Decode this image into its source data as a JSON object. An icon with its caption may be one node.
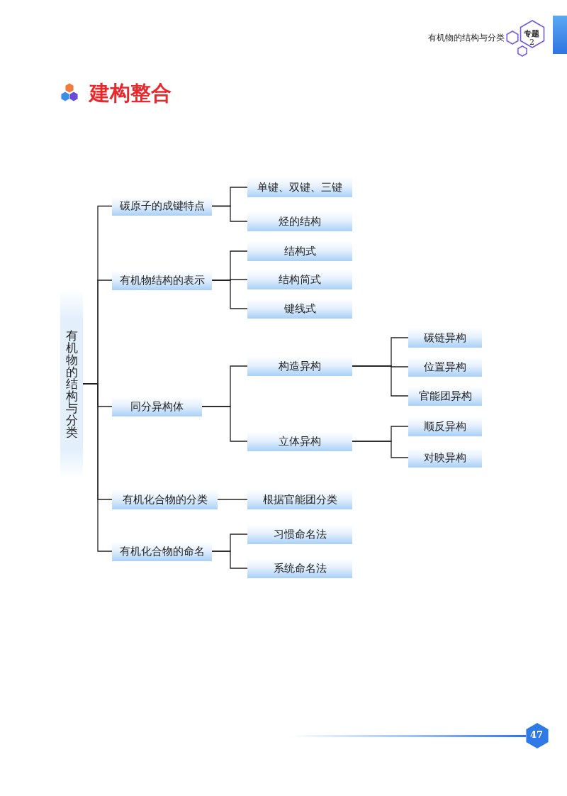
{
  "diagram": {
    "title": "建构整合",
    "nodes": [
      {
        "text": [
          "有机物的结构与分类"
        ]
      },
      {
        "text": [
          "碳原子的成键特点"
        ]
      },
      {
        "text": [
          "单键、双键、三键"
        ]
      },
      {
        "text": [
          "烃的结构"
        ]
      },
      {
        "text": [
          "有机物结构的表示"
        ]
      },
      {
        "text": [
          "结构式"
        ]
      },
      {
        "text": [
          "结构简式"
        ]
      },
      {
        "text": [
          "键线式"
        ]
      },
      {
        "text": [
          "同分异构体"
        ]
      },
      {
        "text": [
          "构造异构"
        ]
      },
      {
        "text": [
          "碳链异构"
        ]
      },
      {
        "text": [
          "位置异构"
        ]
      },
      {
        "text": [
          "官能团异构"
        ]
      },
      {
        "text": [
          "立体异构"
        ]
      },
      {
        "text": [
          "顺反异构"
        ]
      },
      {
        "text": [
          "对映异构"
        ]
      },
      {
        "text": [
          "有机化合物的分类"
        ]
      },
      {
        "text": [
          "根据官能团分类"
        ]
      },
      {
        "text": [
          "有机化合物的命名"
        ]
      },
      {
        "text": [
          "习惯命名法"
        ]
      },
      {
        "text": [
          "系统命名法"
        ]
      }
    ],
    "edges": [
      {
        "from": 0,
        "to": 1,
        "arrow": "none"
      },
      {
        "from": 0,
        "to": 4,
        "arrow": "none"
      },
      {
        "from": 0,
        "to": 8,
        "arrow": "none"
      },
      {
        "from": 0,
        "to": 16,
        "arrow": "none"
      },
      {
        "from": 0,
        "to": 18,
        "arrow": "none"
      },
      {
        "from": 1,
        "to": 2,
        "arrow": "none"
      },
      {
        "from": 1,
        "to": 3,
        "arrow": "none"
      },
      {
        "from": 4,
        "to": 5,
        "arrow": "none"
      },
      {
        "from": 4,
        "to": 6,
        "arrow": "none"
      },
      {
        "from": 4,
        "to": 7,
        "arrow": "none"
      },
      {
        "from": 8,
        "to": 9,
        "arrow": "none"
      },
      {
        "from": 8,
        "to": 13,
        "arrow": "none"
      },
      {
        "from": 9,
        "to": 10,
        "arrow": "none"
      },
      {
        "from": 9,
        "to": 11,
        "arrow": "none"
      },
      {
        "from": 9,
        "to": 12,
        "arrow": "none"
      },
      {
        "from": 13,
        "to": 14,
        "arrow": "none"
      },
      {
        "from": 13,
        "to": 15,
        "arrow": "none"
      },
      {
        "from": 16,
        "to": 17,
        "arrow": "none"
      },
      {
        "from": 18,
        "to": 19,
        "arrow": "none"
      },
      {
        "from": 18,
        "to": 20,
        "arrow": "none"
      }
    ],
    "labels": [
      "有机物的结构与分类",
      "专题",
      "2",
      "47"
    ]
  }
}
